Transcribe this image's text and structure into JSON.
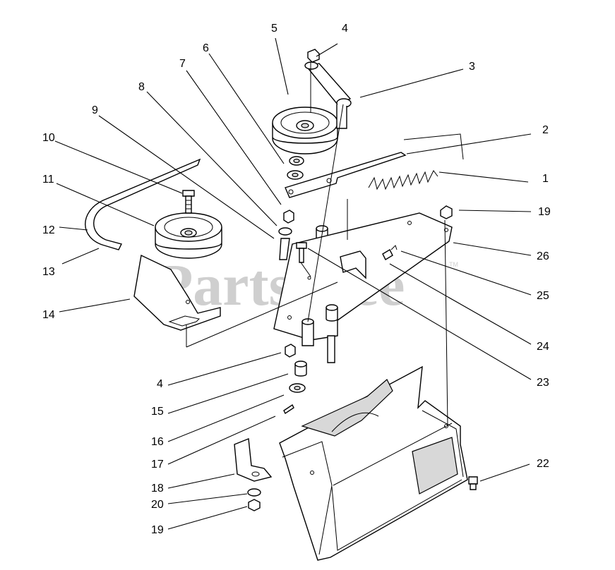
{
  "watermark": {
    "text": "PartsTree",
    "trademark": "TM"
  },
  "callouts": [
    "1",
    "2",
    "3",
    "4",
    "5",
    "6",
    "7",
    "8",
    "9",
    "10",
    "11",
    "12",
    "13",
    "14",
    "4",
    "15",
    "16",
    "17",
    "18",
    "20",
    "19",
    "19",
    "22",
    "23",
    "24",
    "25",
    "26"
  ]
}
